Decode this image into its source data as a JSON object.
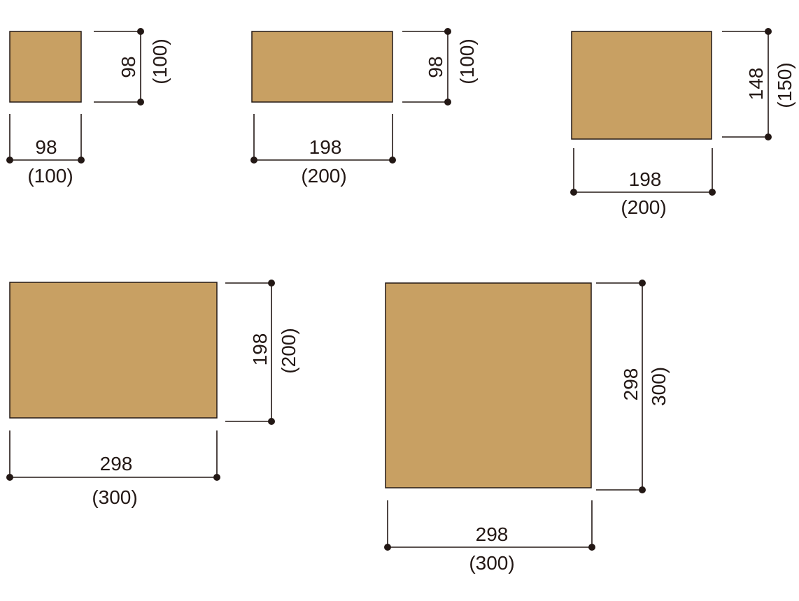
{
  "colors": {
    "panel": "#c8a063",
    "ink": "#231815",
    "background": "#ffffff"
  },
  "panels": [
    {
      "id": "100x100",
      "width_label": "98",
      "width_nominal": "(100)",
      "height_label": "98",
      "height_nominal": "(100)"
    },
    {
      "id": "200x100",
      "width_label": "198",
      "width_nominal": "(200)",
      "height_label": "98",
      "height_nominal": "(100)"
    },
    {
      "id": "200x150",
      "width_label": "198",
      "width_nominal": "(200)",
      "height_label": "148",
      "height_nominal": "(150)"
    },
    {
      "id": "300x200",
      "width_label": "298",
      "width_nominal": "(300)",
      "height_label": "198",
      "height_nominal": "(200)"
    },
    {
      "id": "300x300",
      "width_label": "298",
      "width_nominal": "(300)",
      "height_label": "298",
      "height_nominal": "300)"
    }
  ]
}
